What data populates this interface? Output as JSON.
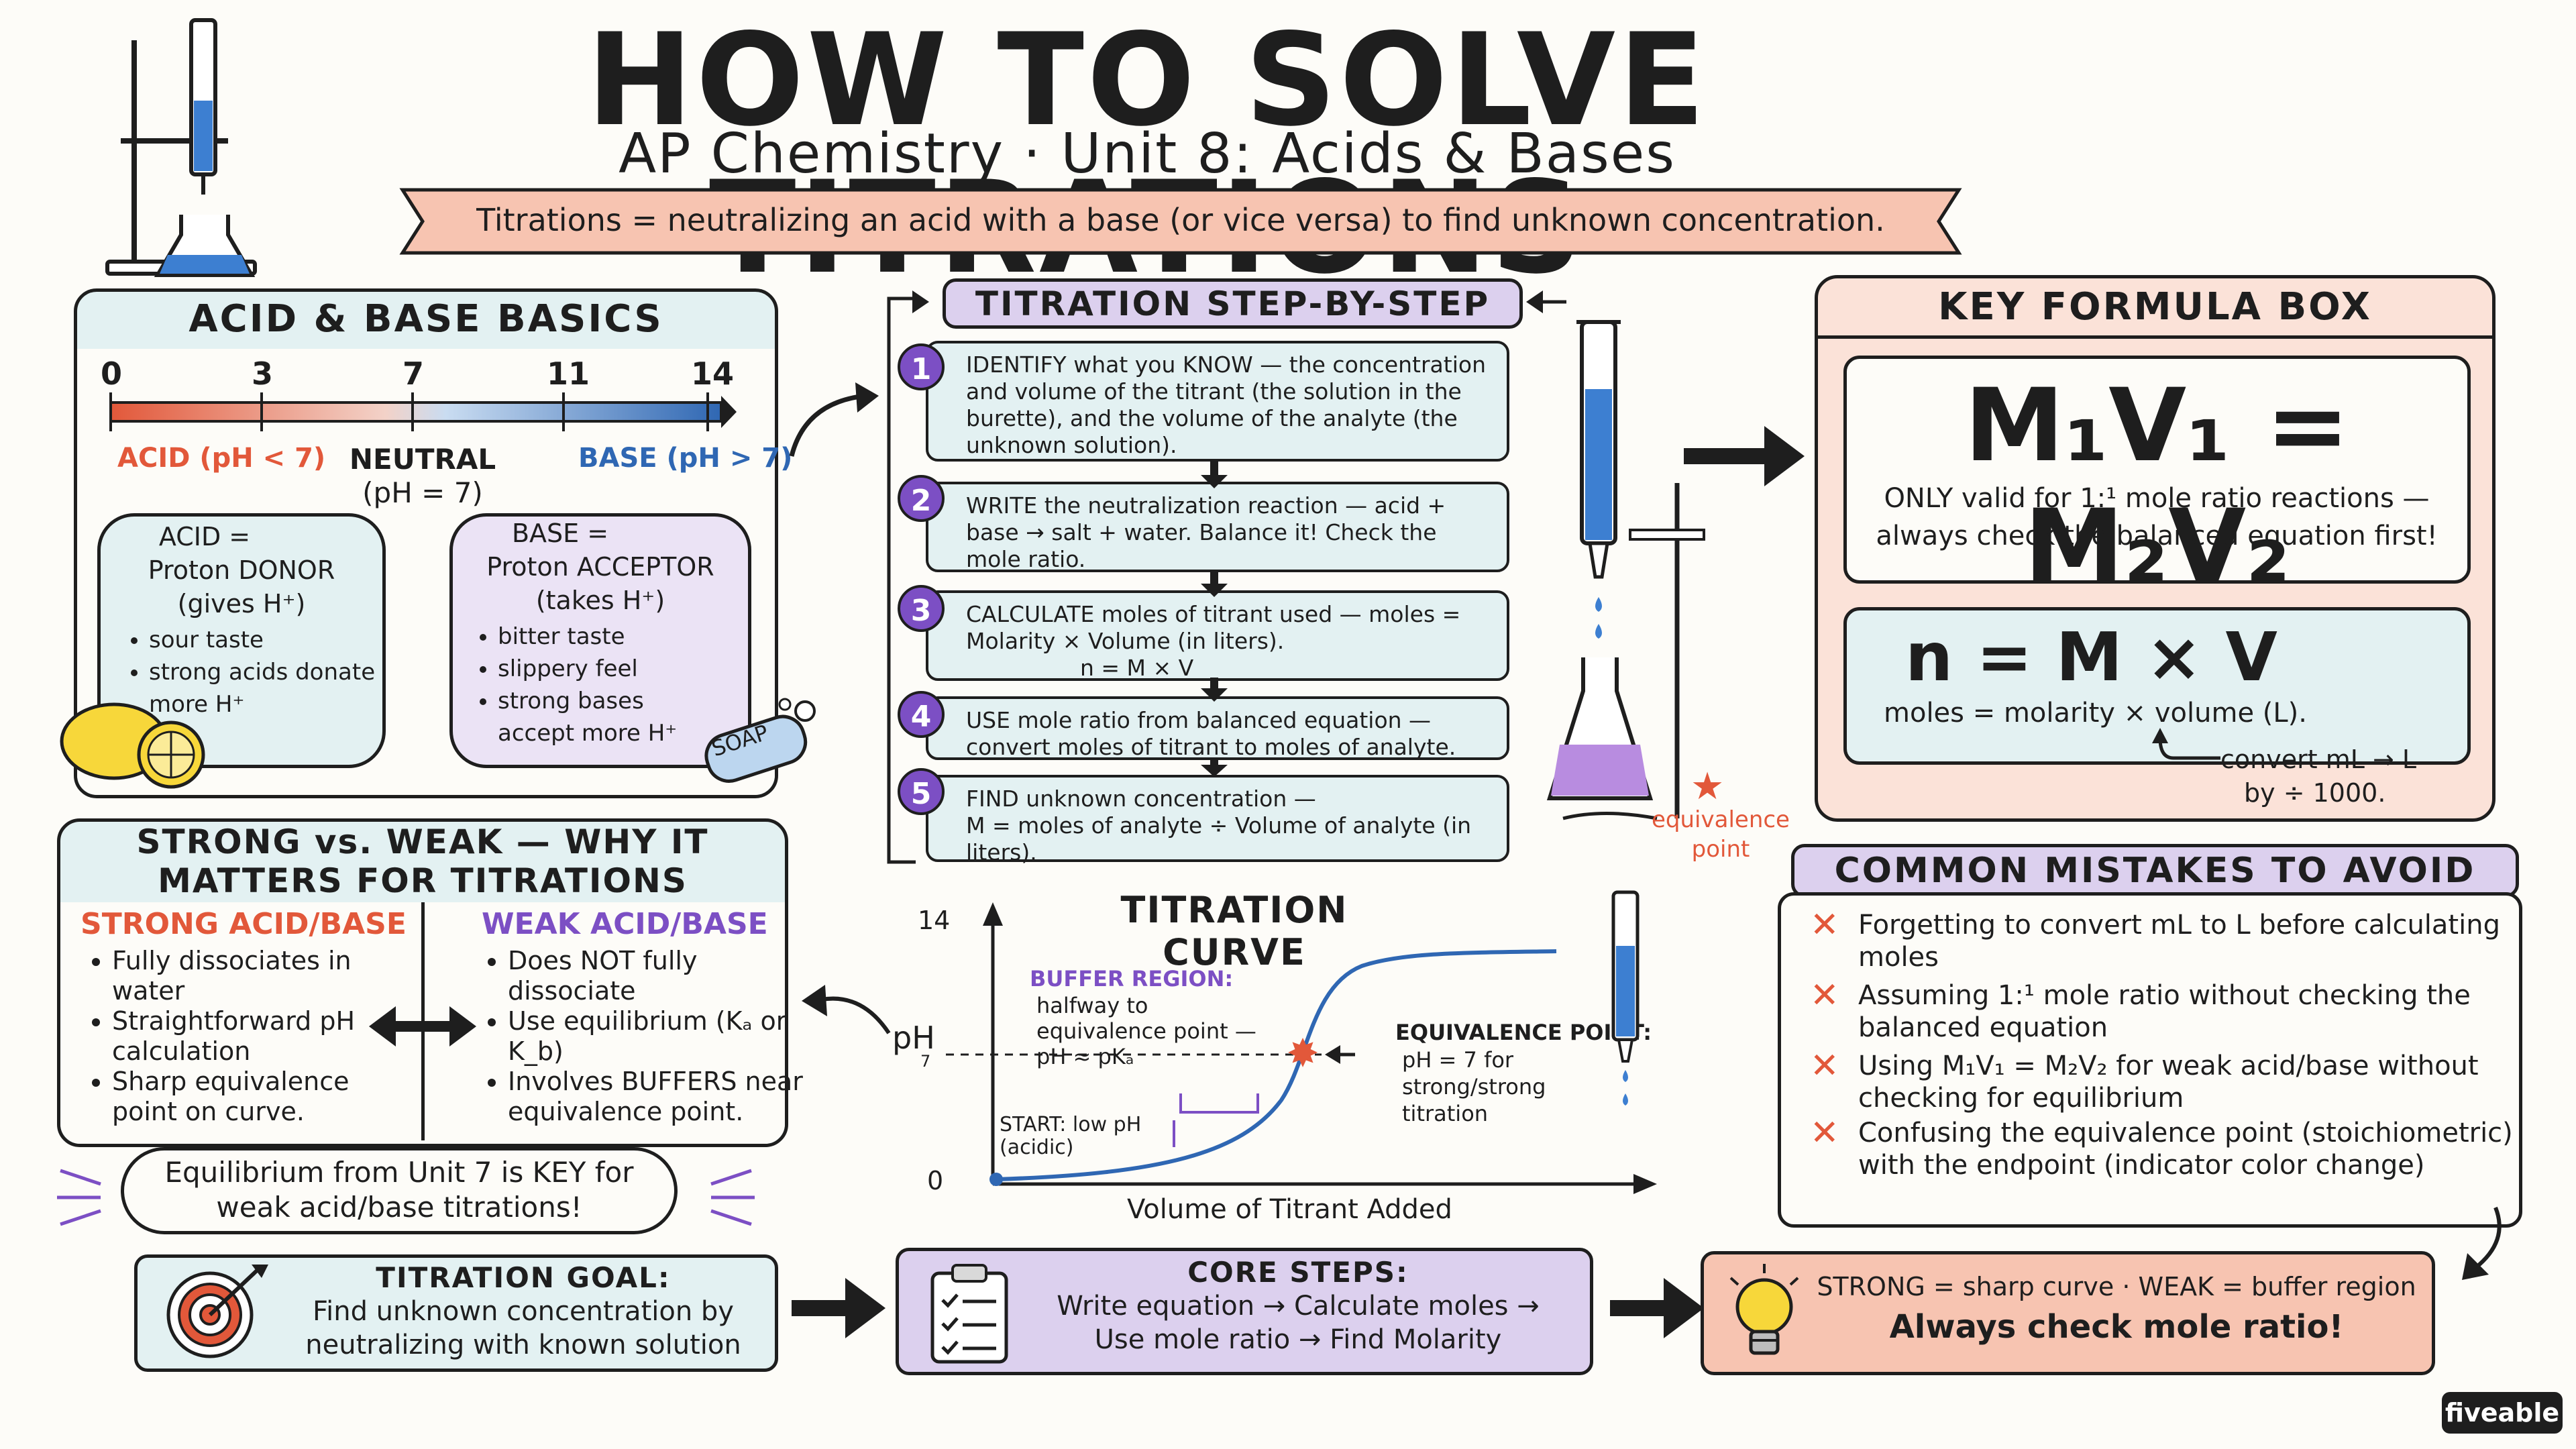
{
  "title": "HOW TO SOLVE TITRATIONS",
  "subtitle": "AP Chemistry · Unit 8: Acids & Bases",
  "banner": "Titrations = neutralizing an acid with a base (or vice versa) to find unknown concentration.",
  "basics": {
    "header": "ACID & BASE BASICS",
    "ticks": [
      "0",
      "3",
      "7",
      "11",
      "14"
    ],
    "acid_label": "ACID (pH < 7)",
    "neutral_label": "NEUTRAL",
    "neutral_sub": "(pH = 7)",
    "base_label": "BASE (pH > 7)",
    "acid_bubble": {
      "l1": "ACID =",
      "l2": "Proton DONOR",
      "l3": "(gives H⁺)",
      "bullets": [
        "sour taste",
        "strong acids donate more H⁺"
      ]
    },
    "base_bubble": {
      "l1": "BASE =",
      "l2": "Proton ACCEPTOR",
      "l3": "(takes H⁺)",
      "bullets": [
        "bitter taste",
        "slippery feel",
        "strong bases accept more H⁺"
      ]
    },
    "soap": "SOAP"
  },
  "steps": {
    "header": "TITRATION STEP-BY-STEP",
    "items": [
      {
        "num": "1",
        "text": "IDENTIFY what you KNOW — the concentration and volume of the titrant (the solution in the burette), and the volume of the analyte (the unknown solution)."
      },
      {
        "num": "2",
        "text": "WRITE the neutralization reaction — acid + base → salt + water. Balance it! Check the mole ratio."
      },
      {
        "num": "3",
        "text": "CALCULATE moles of titrant used — moles = Molarity × Volume (in liters).",
        "sub": "n = M × V"
      },
      {
        "num": "4",
        "text": "USE mole ratio from balanced equation — convert moles of titrant to moles of analyte."
      },
      {
        "num": "5",
        "text": "FIND unknown concentration —",
        "sub": "M = moles of analyte ÷ Volume of analyte (in liters)."
      }
    ]
  },
  "equivalence_point_label": "equivalence point",
  "formula": {
    "header": "KEY FORMULA BOX",
    "main": "M₁V₁ = M₂V₂",
    "note": "ONLY valid for 1:¹ mole ratio reactions — always check the balanced equation first!",
    "n_formula": "n = M × V",
    "n_desc": "moles = molarity × volume (L).",
    "convert": "convert mL → L",
    "convert2": "by ÷ 1000."
  },
  "strong_weak": {
    "header": "STRONG vs. WEAK — WHY IT MATTERS FOR TITRATIONS",
    "strong_title": "STRONG ACID/BASE",
    "strong_bullets": [
      "Fully dissociates in water",
      "Straightforward pH calculation",
      "Sharp equivalence point on curve."
    ],
    "weak_title": "WEAK ACID/BASE",
    "weak_bullets": [
      "Does NOT fully dissociate",
      "Use equilibrium (Kₐ or K_b)",
      "Involves BUFFERS near equivalence point."
    ],
    "cloud": "Equilibrium from Unit 7 is KEY for weak acid/base titrations!"
  },
  "curve": {
    "title": "TITRATION CURVE",
    "ylabel": "pH",
    "y_top": "14",
    "y_mid": "7",
    "y_zero": "0",
    "xlabel": "Volume of Titrant Added",
    "buffer_title": "BUFFER REGION:",
    "buffer_text": "halfway to equivalence point — pH ≈ pKₐ",
    "start_text": "START: low pH (acidic)",
    "eq_title": "EQUIVALENCE POINT:",
    "eq_text": "pH = 7 for strong/strong titration"
  },
  "mistakes": {
    "header": "COMMON MISTAKES TO AVOID",
    "items": [
      "Forgetting to convert mL to L before calculating moles",
      "Assuming 1:¹ mole ratio without checking the balanced equation",
      "Using M₁V₁ = M₂V₂ for weak acid/base without checking for equilibrium",
      "Confusing the equivalence point (stoichiometric) with the endpoint (indicator color change)"
    ]
  },
  "bottom": {
    "goal_title": "TITRATION GOAL:",
    "goal_text": "Find unknown concentration by neutralizing with known solution",
    "core_title": "CORE STEPS:",
    "core_l1": "Write equation → Calculate moles →",
    "core_l2": "Use mole ratio → Find Molarity",
    "tip_l1": "STRONG = sharp curve · WEAK = buffer region ·",
    "tip_l2": "Always check mole ratio!"
  },
  "brand": "fiveable",
  "colors": {
    "teal": "#e3f1f2",
    "purple": "#7c4fc4",
    "salmon": "#f7c4b1",
    "red": "#e2583a",
    "blue": "#2f67b3"
  }
}
